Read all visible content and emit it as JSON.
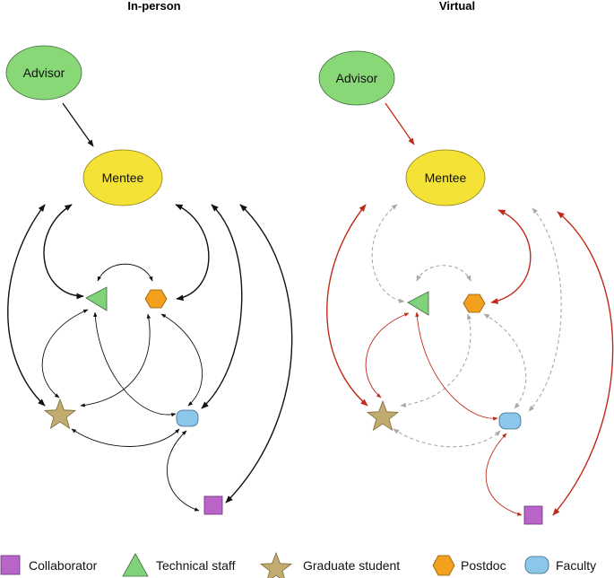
{
  "panels": {
    "left": {
      "title": "In-person"
    },
    "right": {
      "title": "Virtual"
    }
  },
  "nodes": {
    "advisor": "Advisor",
    "mentee": "Mentee"
  },
  "legend": {
    "collaborator": "Collaborator",
    "technical_staff": "Technical staff",
    "graduate_student": "Graduate student",
    "postdoc": "Postdoc",
    "faculty": "Faculty"
  },
  "colors": {
    "advisor_fill": "#88d877",
    "mentee_fill": "#f4e236",
    "collaborator_fill": "#b964c9",
    "technical_staff_fill": "#82d27c",
    "graduate_student_fill": "#c2ab6f",
    "postdoc_fill": "#f3a11c",
    "faculty_fill": "#8cc6e8",
    "in_person_edge": "#111111",
    "virtual_strong_edge": "#c02a1a",
    "virtual_weak_edge": "#a8a8a8"
  }
}
